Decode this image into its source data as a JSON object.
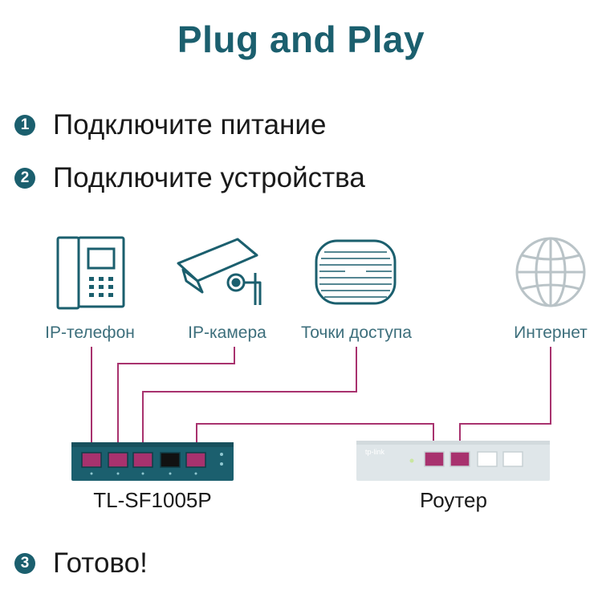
{
  "title": "Plug and Play",
  "steps": [
    {
      "num": "1",
      "text": "Подключите питание"
    },
    {
      "num": "2",
      "text": "Подключите устройства"
    },
    {
      "num": "3",
      "text": "Готово!"
    }
  ],
  "devices": {
    "phone": "IP-телефон",
    "camera": "IP-камера",
    "access_points": "Точки доступа",
    "internet": "Интернет"
  },
  "switch_label": "TL-SF1005P",
  "router_label": "Роутер",
  "router_brand": "tp-link",
  "colors": {
    "title": "#1b5f6e",
    "cable": "#a8326e",
    "switch_body": "#1b5f6e",
    "router_body": "#dfe6e9",
    "icon": "#1b5f6e",
    "globe": "#b9c3c7"
  }
}
